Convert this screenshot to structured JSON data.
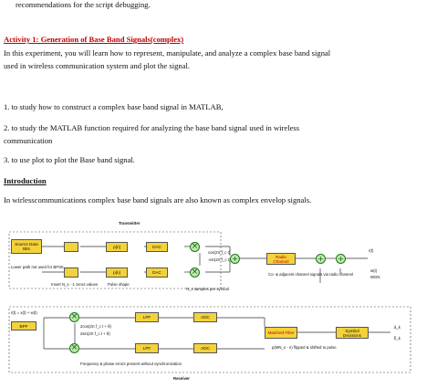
{
  "doc": {
    "top_line": "recommendations for the script debugging.",
    "activity_title": "Activity 1: Generation of Base Band Signals(complex)",
    "intro_line1": "In this experiment, you will learn how to represent, manipulate, and analyze a complex base band signal",
    "intro_line2": "used in wireless communication system and plot the signal.",
    "objectives": [
      "1. to study how to construct a complex base band signal in MATLAB,",
      "2. to study the MATLAB function required for analyzing the base band signal used in wireless",
      "communication",
      "3. to use plot to plot the Base band signal."
    ],
    "introduction_heading": "Introduction",
    "introduction_text": "In wirlesscommunications complex base band signals are also known as complex envelop signals."
  },
  "diagram": {
    "transmitter_label": "Transmitter",
    "receiver_label": "Receiver",
    "source_block": "Source Data Bits",
    "dac_label": "DAC",
    "pn_label": "p[n]",
    "radio_channel": "Radio Channel",
    "lower_path": "Lower path not used for BPSK",
    "insert_zeros": "Insert N_s - 1 zeros values",
    "pulse_shape": "Pulse shape",
    "cos_term": "cos(2π f_c t)",
    "sin_term": "-sin(2π f_c t)",
    "adjacent_channel": "Co- & adjacent channel signals via radio channel",
    "samples_per_symbol": "N_s samples per symbol",
    "wgn": "WGN",
    "wt": "w(t)",
    "rt": "r(t)",
    "bpf": "BPF",
    "lpf": "LPF",
    "adc": "ADC",
    "matched_filter": "Matched Filter",
    "symbol_decisions": "Symbol Decisions",
    "freq_phase_errors": "Frequency & phase errors present without synchronization",
    "rt_eq": "r(t) = x(t) + w(t)",
    "cos_rx": "2cos(2π f_c t + θ)",
    "sin_rx": "2sin(2π f_c t + θ)",
    "pmn": "p(MN_s - n) flipped & shifted to pulse",
    "ak": "â_k",
    "bk": "b̂_k"
  }
}
